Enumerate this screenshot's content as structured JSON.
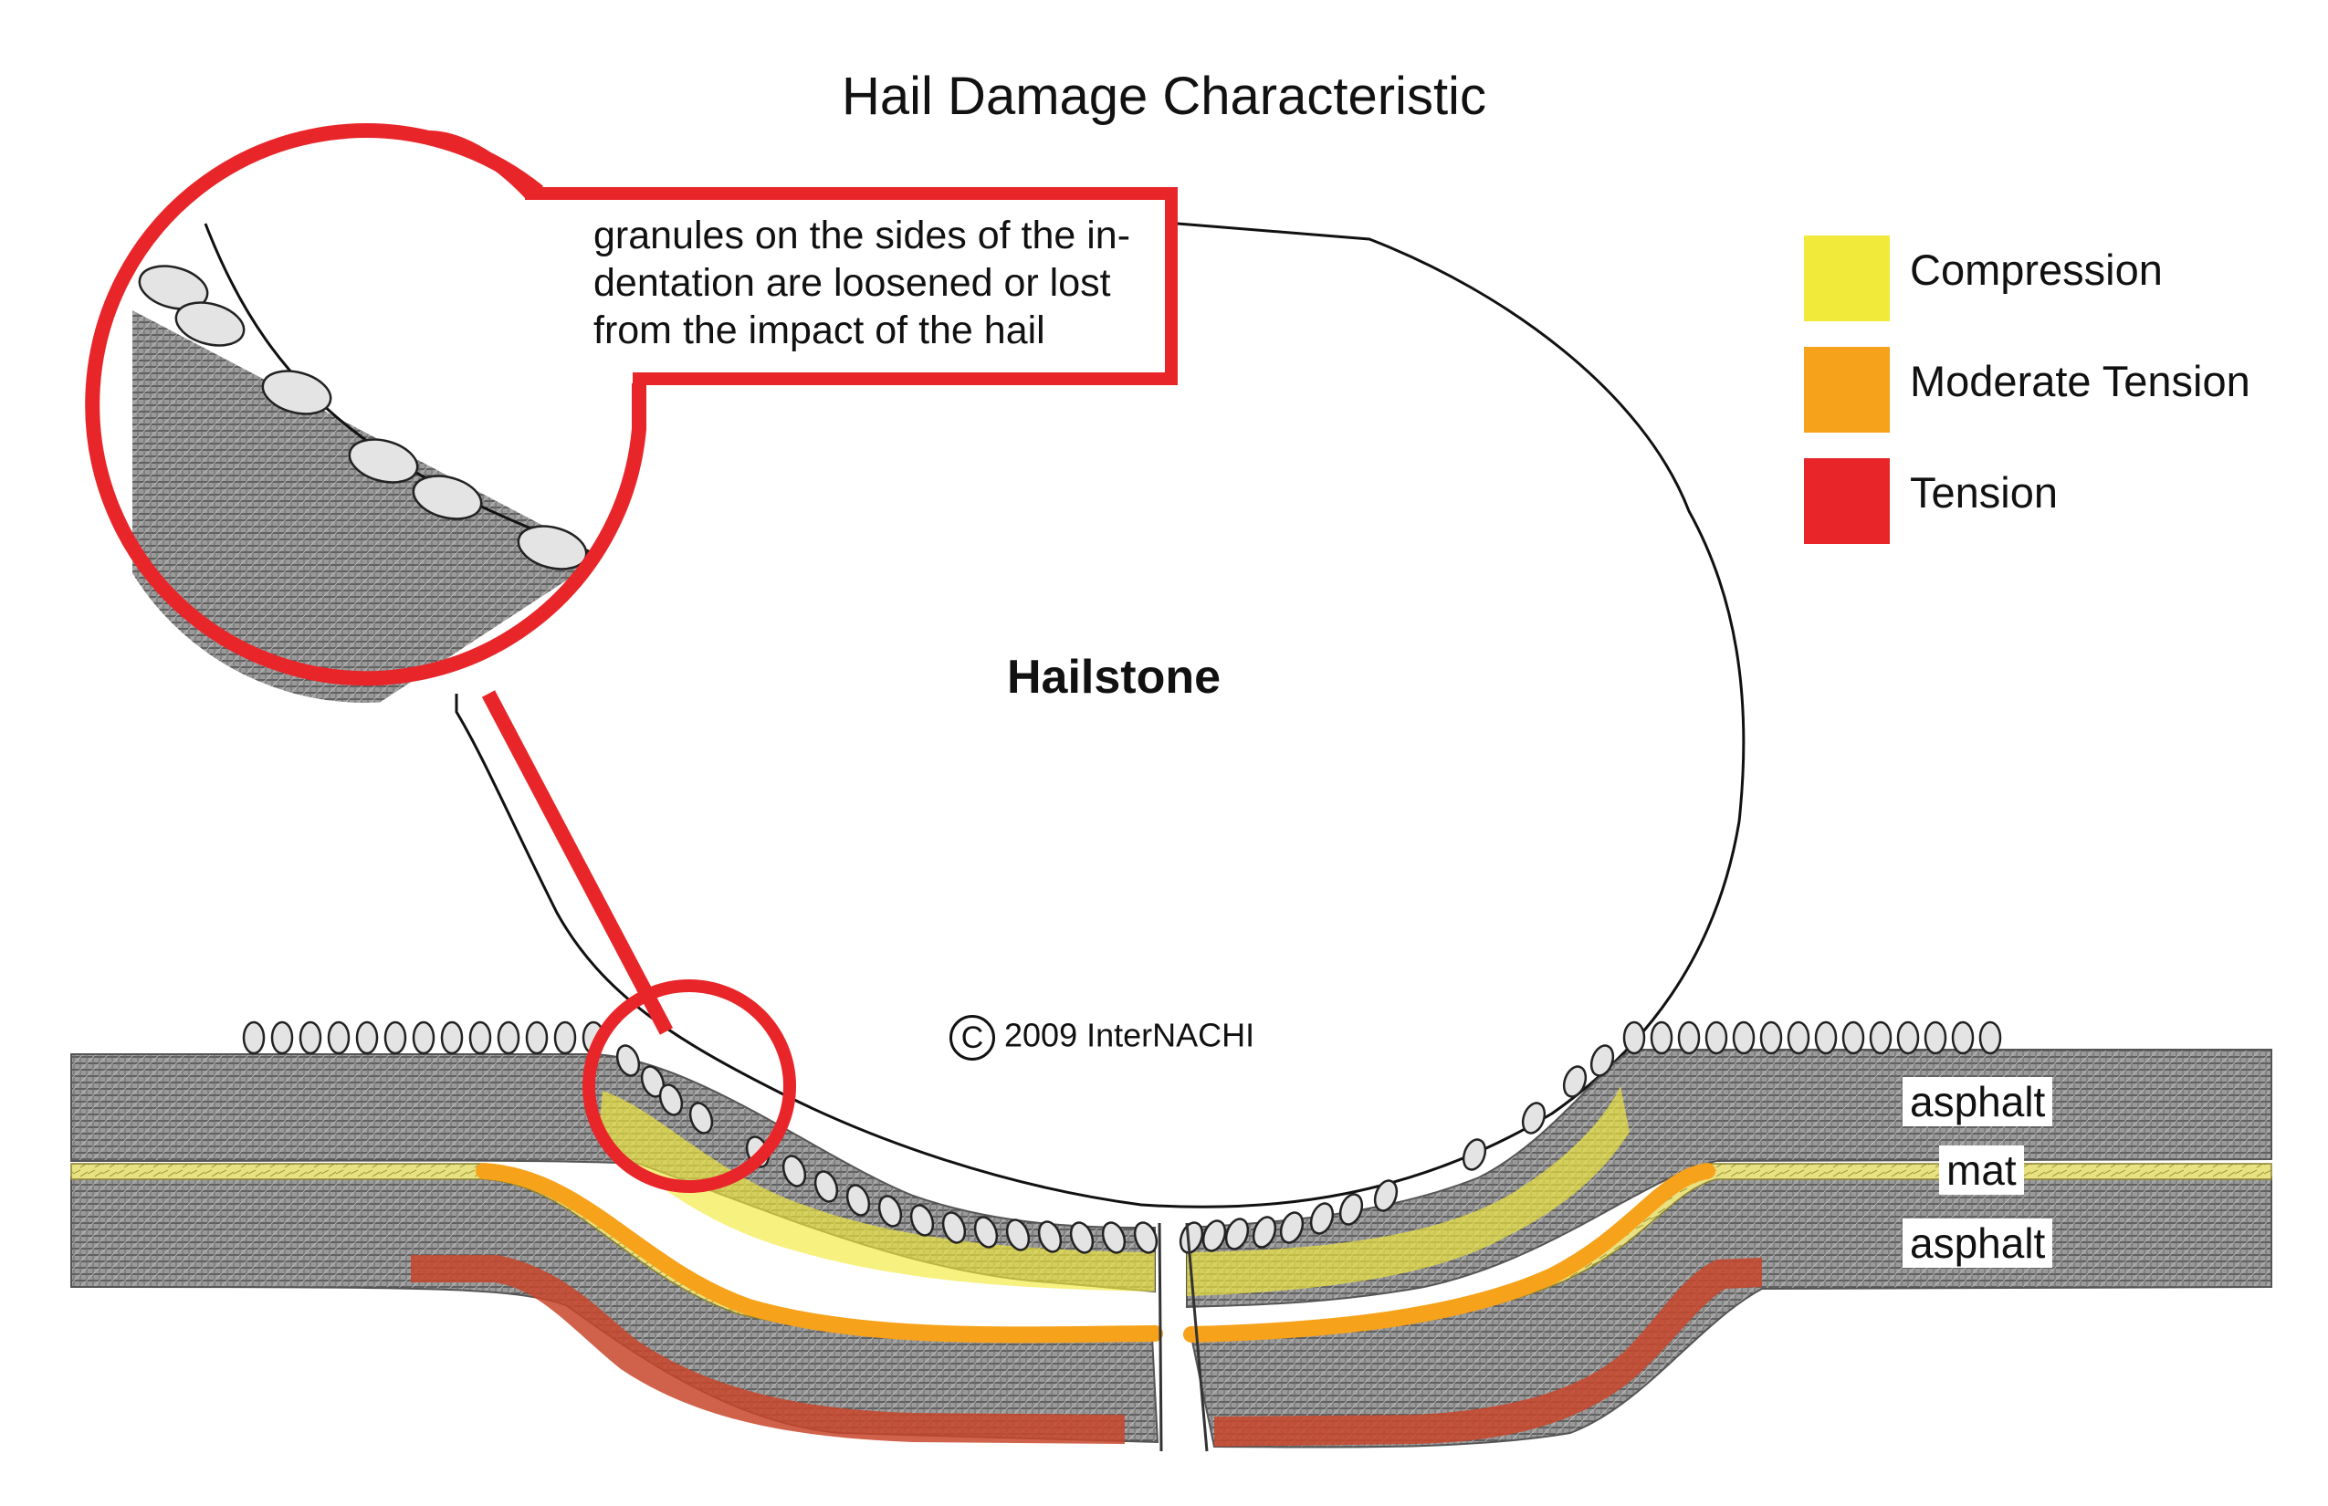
{
  "title": "Hail Damage Characteristic",
  "callout": {
    "lines": [
      "granules on the sides of the in-",
      "dentation are loosened or lost",
      "from the impact of the hail"
    ]
  },
  "hailstone_label": "Hailstone",
  "copyright": {
    "symbol": "C",
    "text": "2009 InterNACHI"
  },
  "legend": [
    {
      "label": "Compression",
      "color": "#f2ea3a"
    },
    {
      "label": "Moderate Tension",
      "color": "#f7a21b"
    },
    {
      "label": "Tension",
      "color": "#e8262a"
    }
  ],
  "layers": {
    "top": "asphalt",
    "middle": "mat",
    "bottom": "asphalt"
  },
  "colors": {
    "callout_red": "#e8262a",
    "asphalt_gray": "#8d8d8d",
    "mat_yellow": "#e6df7a",
    "granule_fill": "#e4e4e4"
  }
}
